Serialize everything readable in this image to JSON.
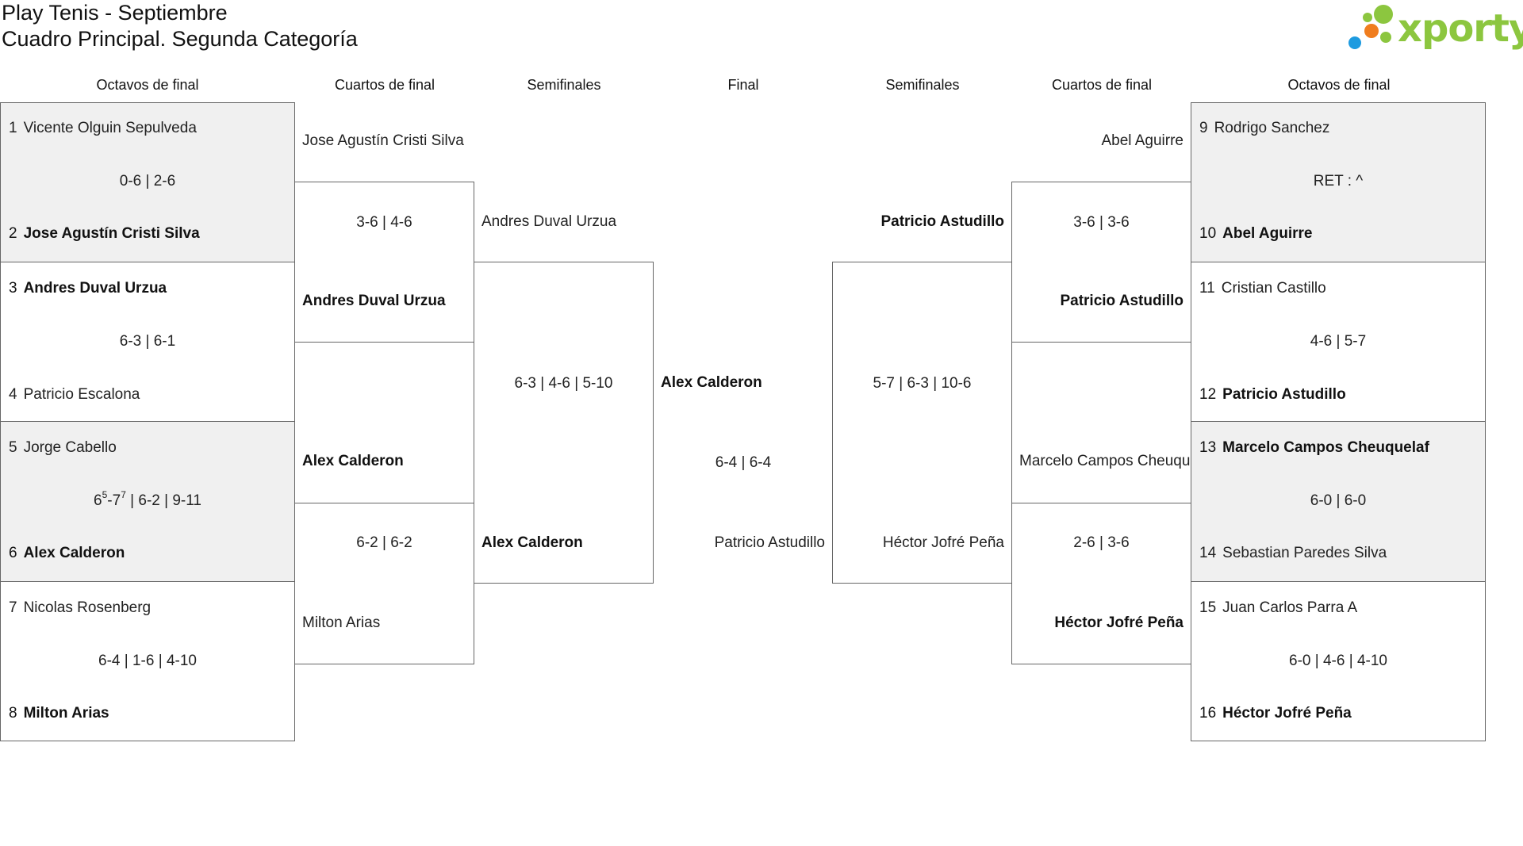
{
  "title": {
    "line1": "Play Tenis - Septiembre",
    "line2": "Cuadro Principal. Segunda Categoría"
  },
  "logo": {
    "text": "xporty",
    "colors": {
      "green": "#8cc63f",
      "blue": "#1e9be0",
      "orange": "#f07d1e"
    }
  },
  "rounds": {
    "left_r16": "Octavos de final",
    "left_qf": "Cuartos de final",
    "left_sf": "Semifinales",
    "final": "Final",
    "right_sf": "Semifinales",
    "right_qf": "Cuartos de final",
    "right_r16": "Octavos de final"
  },
  "left_r16": [
    {
      "seed1": "1",
      "p1": "Vicente Olguin Sepulveda",
      "score": "0-6 | 2-6",
      "seed2": "2",
      "p2": "Jose Agustín Cristi Silva",
      "winner": 2
    },
    {
      "seed1": "3",
      "p1": "Andres Duval Urzua",
      "score": "6-3 | 6-1",
      "seed2": "4",
      "p2": "Patricio Escalona",
      "winner": 1
    },
    {
      "seed1": "5",
      "p1": "Jorge Cabello",
      "score_a": "6",
      "score_a_sup": "5",
      "score_b": "-7",
      "score_b_sup": "7",
      "score_rest": " | 6-2 | 9-11",
      "seed2": "6",
      "p2": "Alex Calderon",
      "winner": 2
    },
    {
      "seed1": "7",
      "p1": "Nicolas Rosenberg",
      "score": "6-4 | 1-6 | 4-10",
      "seed2": "8",
      "p2": "Milton Arias",
      "winner": 2
    }
  ],
  "left_qf": [
    {
      "p1": "Jose Agustín Cristi Silva",
      "score": "3-6 | 4-6",
      "p2": "Andres Duval Urzua",
      "winner": 2
    },
    {
      "p1": "Alex Calderon",
      "score": "6-2 | 6-2",
      "p2": "Milton Arias",
      "winner": 1
    }
  ],
  "left_sf": {
    "p1": "Andres Duval Urzua",
    "score": "6-3 | 4-6 | 5-10",
    "p2": "Alex Calderon",
    "winner": 2
  },
  "final": {
    "p1": "Alex Calderon",
    "score": "6-4 | 6-4",
    "p2": "Patricio Astudillo",
    "winner": 1
  },
  "right_sf": {
    "p1": "Patricio Astudillo",
    "score": "5-7 | 6-3 | 10-6",
    "p2": "Héctor Jofré Peña",
    "winner": 1
  },
  "right_qf": [
    {
      "p1": "Abel Aguirre",
      "score": "3-6 | 3-6",
      "p2": "Patricio Astudillo",
      "winner": 2
    },
    {
      "p1": "Marcelo Campos Cheuquelaf",
      "score": "2-6 | 3-6",
      "p2": "Héctor Jofré Peña",
      "winner": 2
    }
  ],
  "right_r16": [
    {
      "seed1": "9",
      "p1": "Rodrigo Sanchez",
      "score": "RET : ^",
      "seed2": "10",
      "p2": "Abel Aguirre",
      "winner": 2
    },
    {
      "seed1": "11",
      "p1": "Cristian Castillo",
      "score": "4-6 | 5-7",
      "seed2": "12",
      "p2": "Patricio Astudillo",
      "winner": 2
    },
    {
      "seed1": "13",
      "p1": "Marcelo Campos Cheuquelaf",
      "score": "6-0 | 6-0",
      "seed2": "14",
      "p2": "Sebastian Paredes Silva",
      "winner": 1
    },
    {
      "seed1": "15",
      "p1": "Juan Carlos Parra A",
      "score": "6-0 | 4-6 | 4-10",
      "seed2": "16",
      "p2": "Héctor Jofré Peña",
      "winner": 2
    }
  ]
}
